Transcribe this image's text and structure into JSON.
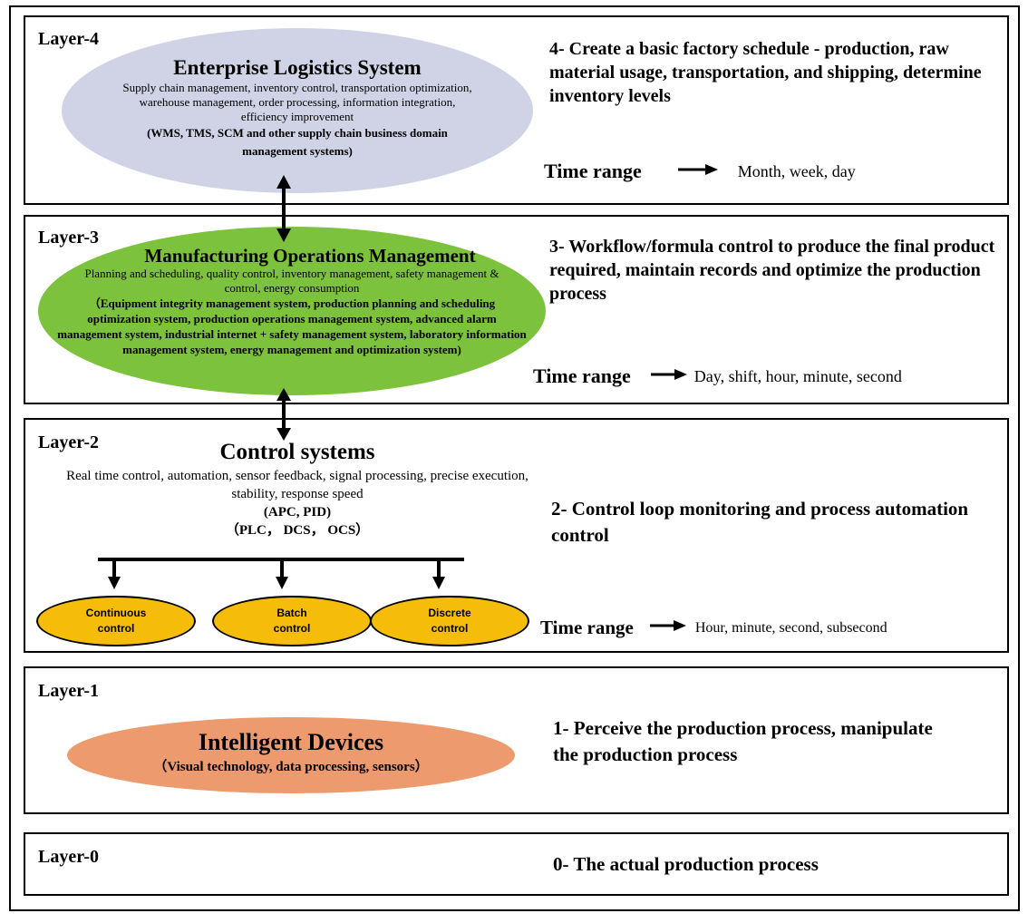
{
  "layers": {
    "l4": {
      "label": "Layer-4",
      "system_title": "Enterprise Logistics System",
      "system_body": "Supply chain management, inventory control, transportation optimization, warehouse management, order processing, information integration, efficiency improvement",
      "system_bold": "(WMS, TMS, SCM and other supply chain business domain management systems)",
      "description": "4- Create a basic factory schedule - production, raw material usage, transportation, and shipping, determine inventory levels",
      "time_label": "Time range",
      "time_value": "Month, week, day"
    },
    "l3": {
      "label": "Layer-3",
      "system_title": "Manufacturing Operations Management",
      "system_body": "Planning and scheduling, quality control, inventory management, safety management & control, energy consumption",
      "system_bold": "（Equipment integrity management system, production planning and scheduling optimization system, production operations management system, advanced alarm management system, industrial internet + safety management system, laboratory information management system, energy management and optimization system)",
      "description": "3- Workflow/formula control to produce the final product required, maintain records and optimize the production process",
      "time_label": "Time range",
      "time_value": "Day, shift, hour, minute, second"
    },
    "l2": {
      "label": "Layer-2",
      "system_title": "Control systems",
      "system_body": "Real time control, automation, sensor feedback, signal processing, precise execution, stability, response speed",
      "system_bold_1": "(APC, PID)",
      "system_bold_2": "（PLC， DCS， OCS）",
      "controls": [
        "Continuous control",
        "Batch control",
        "Discrete control"
      ],
      "description": "2- Control loop monitoring and process automation control",
      "time_label": "Time range",
      "time_value": "Hour, minute, second, subsecond"
    },
    "l1": {
      "label": "Layer-1",
      "system_title": "Intelligent Devices",
      "system_bold": "（Visual technology, data processing, sensors）",
      "description": "1- Perceive the production process, manipulate the production process"
    },
    "l0": {
      "label": "Layer-0",
      "description": "0- The actual production process"
    }
  },
  "colors": {
    "logistics_ellipse": "#d0d3e6",
    "mom_ellipse": "#7cc23c",
    "control_oval": "#f6bc0a",
    "devices_ellipse": "#ed9a6e"
  }
}
